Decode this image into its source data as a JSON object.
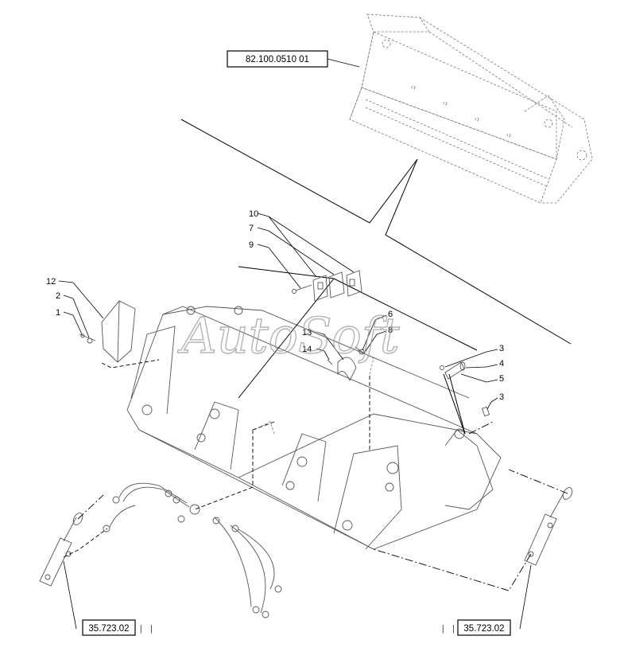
{
  "references": {
    "top": "82.100.0510 01",
    "left": "35.723.02",
    "right": "35.723.02"
  },
  "callouts": [
    "1",
    "2",
    "3",
    "4",
    "5",
    "6",
    "7",
    "8",
    "9",
    "10",
    "12",
    "13",
    "14"
  ],
  "callout_right_3": "3",
  "watermark": "AutoSoft",
  "marks": {
    "left": "| |",
    "right": "| |"
  }
}
